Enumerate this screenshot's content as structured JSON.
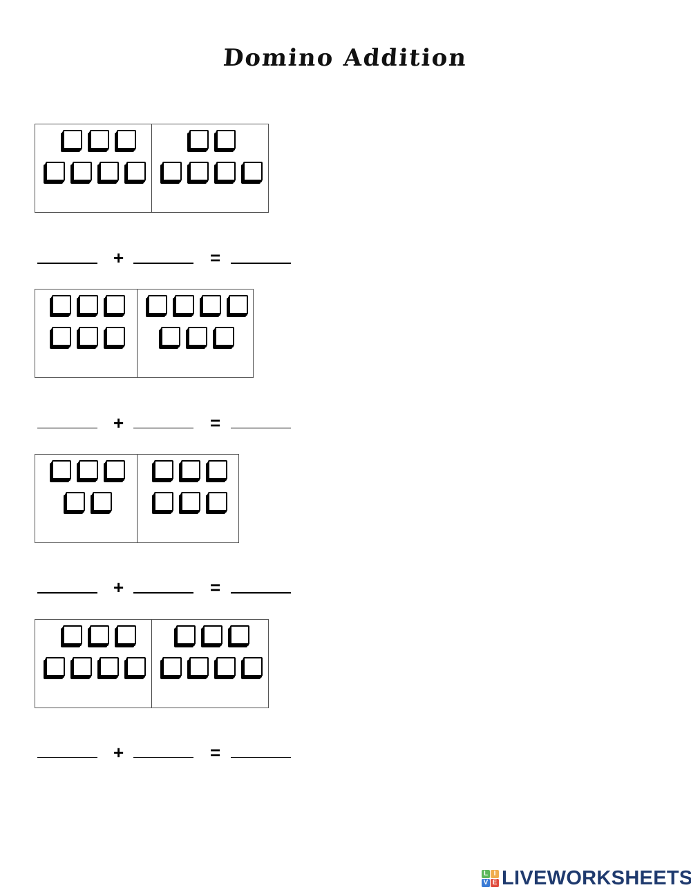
{
  "worksheet": {
    "title": "Domino Addition"
  },
  "dominoes": [
    {
      "left": {
        "rows": [
          3,
          4
        ],
        "count": 7
      },
      "right": {
        "rows": [
          2,
          4
        ],
        "count": 6
      },
      "equation": {
        "addend1": "",
        "plus": "+",
        "addend2": "",
        "equals": "=",
        "sum": ""
      }
    },
    {
      "left": {
        "rows": [
          3,
          3
        ],
        "count": 6
      },
      "right": {
        "rows": [
          4,
          3
        ],
        "count": 7
      },
      "equation": {
        "addend1": "",
        "plus": "+",
        "addend2": "",
        "equals": "=",
        "sum": ""
      }
    },
    {
      "left": {
        "rows": [
          3,
          2
        ],
        "count": 5
      },
      "right": {
        "rows": [
          3,
          3
        ],
        "count": 6
      },
      "equation": {
        "addend1": "",
        "plus": "+",
        "addend2": "",
        "equals": "=",
        "sum": ""
      }
    },
    {
      "left": {
        "rows": [
          3,
          4
        ],
        "count": 7
      },
      "right": {
        "rows": [
          3,
          4
        ],
        "count": 7
      },
      "equation": {
        "addend1": "",
        "plus": "+",
        "addend2": "",
        "equals": "=",
        "sum": ""
      }
    }
  ],
  "footer": {
    "logo_letters": [
      "L",
      "I",
      "V",
      "E"
    ],
    "logo_colors": [
      "#5cb85c",
      "#f0ad4e",
      "#3a7bd5",
      "#e04b3c"
    ],
    "brand_text": "LIVEWORKSHEETS",
    "brand_color": "#1f3a6e"
  }
}
